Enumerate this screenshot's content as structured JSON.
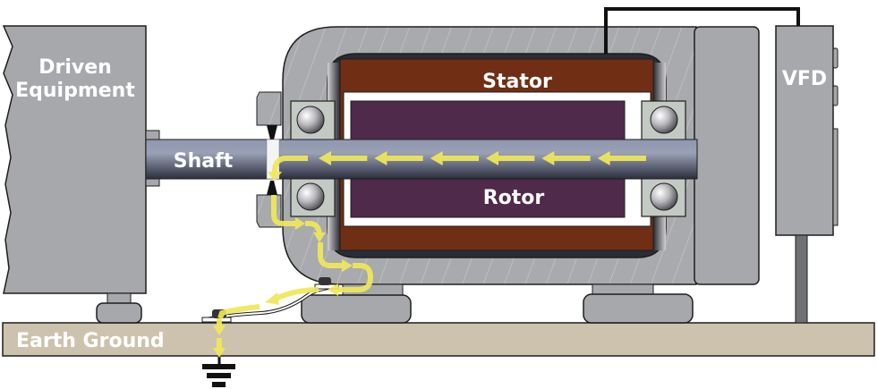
{
  "diagram": {
    "title": "Shaft current path through motor bearings to earth ground",
    "labels": {
      "driven_equipment_line1": "Driven",
      "driven_equipment_line2": "Equipment",
      "shaft": "Shaft",
      "stator": "Stator",
      "rotor": "Rotor",
      "vfd": "VFD",
      "earth_ground": "Earth Ground"
    },
    "components": [
      "driven-equipment",
      "shaft",
      "shaft-grounding-ring",
      "motor-housing",
      "stator",
      "rotor",
      "drive-end-bearings",
      "non-drive-end-bearings",
      "end-bell",
      "motor-feet",
      "ground-strap",
      "vfd",
      "vfd-cable",
      "earth-ground-plate",
      "ground-symbol"
    ],
    "current_path": {
      "description": "Current flows along shaft toward drive end, through grounding ring, down motor frame, through ground strap to earth ground",
      "shaft_arrow_count": 6,
      "direction": "right-to-left"
    },
    "colors": {
      "background": "#ffffff",
      "equipment_gray": "#a7a8ab",
      "housing_gray": "#a9aaad",
      "stator_brown": "#702e15",
      "rotor_purple": "#502a4a",
      "bearing_housing": "#c3cac3",
      "ground_plate": "#cdc2ad",
      "current_yellow": "#f0e85a",
      "outline": "#1e1e1e",
      "cable_black": "#111111",
      "vfd_post": "#6f7073"
    }
  }
}
